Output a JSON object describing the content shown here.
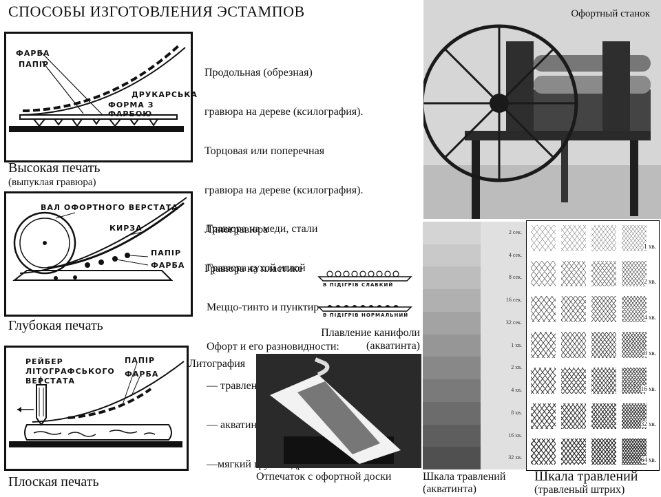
{
  "title": "СПОСОБЫ ИЗГОТОВЛЕНИЯ ЭСТАМПОВ",
  "relief": {
    "labels": [
      "ФАРБА",
      "ПАПІР",
      "ДРУКАРСЬКА",
      "ФОРМА З ФАРБОЮ"
    ],
    "caption": "Высокая печать",
    "subcaption": "(выпуклая гравюра)",
    "desc": [
      "Продольная (обрезная)",
      "гравюра на дереве (ксилография).",
      "Торцовая или поперечная",
      "гравюра на дереве (ксилография).",
      "Линогравюра",
      "Гравюра на пластике"
    ]
  },
  "intaglio": {
    "labels": [
      "ВАЛ ОФОРТНОГО ВЕРСТАТА",
      "КИРЗА",
      "ПАПІР",
      "ФАРБА"
    ],
    "caption": "Глубокая печать",
    "desc": [
      "Гравюра на меди, стали",
      "Гравюра сухой иглой",
      "Меццо-тинто и пунктир",
      "Офорт и его разновидности:",
      "— травленый штрих;",
      "— акватинта, лавис;",
      "—мягкий грунт и др"
    ]
  },
  "aquatint_melt": {
    "labels": [
      "В ПІДІГРІВ СЛАБКИЙ",
      "В ПІДІГРІВ НОРМАЛЬНИЙ"
    ],
    "caption1": "Плавление канифоли",
    "caption2": "(акватинта)"
  },
  "planographic": {
    "labels": [
      "РЕЙБЕР",
      "ЛІТОГРАФСЬКОГО",
      "ВЕРСТАТА",
      "ПАПІР",
      "ФАРБА"
    ],
    "caption": "Плоская печать",
    "lithography": "Литография"
  },
  "press_photo": {
    "caption": "Офортный станок"
  },
  "print_photo": {
    "caption": "Отпечаток с офортной доски"
  },
  "aquatint_scale": {
    "caption1": "Шкала травлений",
    "caption2": "(акватинта)",
    "marks": [
      "2 сек.",
      "4 сек.",
      "8 сек.",
      "16 сек.",
      "32 сек.",
      "1 хв.",
      "2 хв.",
      "4 хв.",
      "8 хв.",
      "16 хв.",
      "32 хв."
    ],
    "shades": [
      "#d4d4d4",
      "#c9c9c9",
      "#bdbdbd",
      "#b0b0b0",
      "#a3a3a3",
      "#969696",
      "#888888",
      "#7a7a7a",
      "#6c6c6c",
      "#5e5e5e",
      "#505050"
    ]
  },
  "line_scale": {
    "caption1": "Шкала травлений",
    "caption2": "(травленый штрих)",
    "marks": [
      "1 хв.",
      "2 хв.",
      "4 хв.",
      "8 хв.",
      "16 хв.",
      "32 хв.",
      "64 хв."
    ]
  }
}
